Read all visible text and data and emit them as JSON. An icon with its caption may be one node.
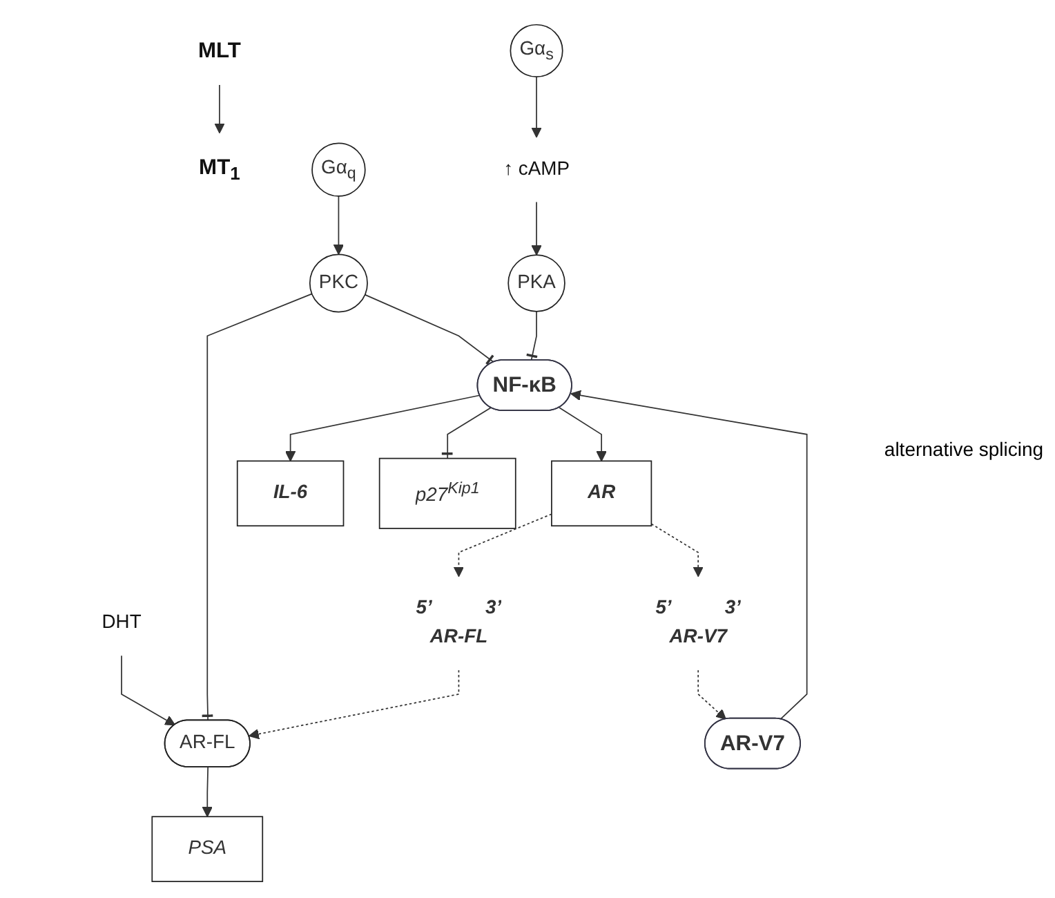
{
  "diagram": {
    "nodes": [
      {
        "text": [
          "MLT"
        ]
      },
      {
        "text": [
          "MT$_{1}$"
        ]
      },
      {
        "text": [
          "DHT"
        ]
      },
      {
        "text": [
          "Gα$_{q}$"
        ]
      },
      {
        "text": [
          "Gα$_{s}$"
        ]
      },
      {
        "text": [
          "AR-FL"
        ]
      },
      {
        "text": [
          "↑ cAMP"
        ]
      },
      {
        "text": [
          "PSA"
        ]
      },
      {
        "text": [
          "PKC"
        ]
      },
      {
        "text": [
          "PKA"
        ]
      },
      {
        "text": [
          "AR"
        ]
      },
      {
        "text": [
          "AR-V7"
        ]
      },
      {
        "text": [
          "NF-κB"
        ]
      },
      {
        "text": [
          "AR-FL"
        ],
        "beside": [
          "5’",
          "3’"
        ]
      },
      {
        "text": [
          "AR-V7"
        ],
        "beside": [
          "5’",
          "3’"
        ]
      },
      {
        "text": [
          "IL-6"
        ]
      },
      {
        "text": [
          "p27$^{Kip1}$"
        ]
      }
    ],
    "edges": [
      {
        "from": 0,
        "to": 1,
        "arrow": "to"
      },
      {
        "from": 2,
        "to": 5,
        "arrow": "to"
      },
      {
        "from": 3,
        "to": 8,
        "arrow": "to"
      },
      {
        "from": 4,
        "to": 6,
        "arrow": "to"
      },
      {
        "from": 6,
        "to": 9,
        "arrow": "to"
      },
      {
        "from": 5,
        "to": 7,
        "arrow": "to"
      },
      {
        "from": 8,
        "to": 5,
        "arrow": "other"
      },
      {
        "from": 8,
        "to": 12,
        "arrow": "other"
      },
      {
        "from": 9,
        "to": 12,
        "arrow": "other"
      },
      {
        "from": 12,
        "to": 10,
        "arrow": "to"
      },
      {
        "from": 10,
        "to": 13,
        "arrow": "to",
        "style": "dashed"
      },
      {
        "from": 10,
        "to": 14,
        "arrow": "to",
        "style": "dashed"
      },
      {
        "from": 13,
        "to": 5,
        "arrow": "to",
        "style": "dashed"
      },
      {
        "from": 14,
        "to": 11,
        "arrow": "to",
        "style": "dashed"
      },
      {
        "from": 11,
        "to": 12,
        "arrow": "to"
      },
      {
        "from": 12,
        "to": 15,
        "arrow": "to"
      },
      {
        "from": 12,
        "to": 16,
        "arrow": "other"
      }
    ],
    "labels": [
      "alternative splicing"
    ]
  }
}
